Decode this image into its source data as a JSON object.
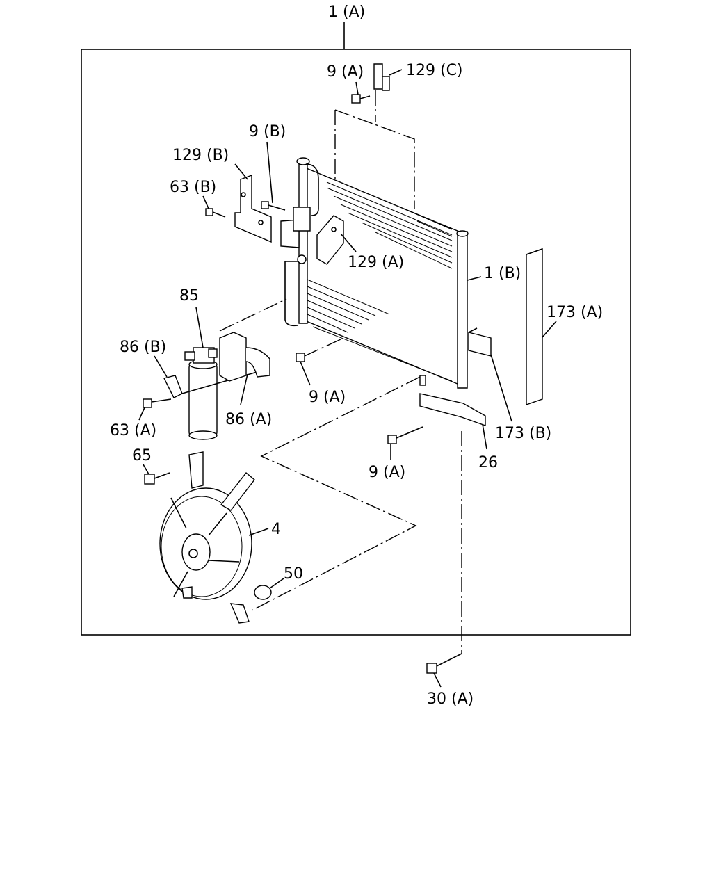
{
  "labels": {
    "assembly": "1 (A)",
    "bolt_top": "9 (A)",
    "bracket_top": "129 (C)",
    "bolt_left_upper": "9 (B)",
    "bracket_left": "129 (B)",
    "bolt_left": "63 (B)",
    "bracket_mid": "129 (A)",
    "condenser": "1 (B)",
    "seal_a": "173 (A)",
    "receiver": "85",
    "clamp_b": "86 (B)",
    "bolt_mid": "9 (A)",
    "bolt_clamp": "63 (A)",
    "clamp_a": "86 (A)",
    "seal_b": "173 (B)",
    "fan_bolt": "65",
    "bolt_lower": "9 (A)",
    "bracket_lower": "26",
    "fan": "4",
    "clip": "50",
    "bolt_bottom": "30 (A)"
  }
}
